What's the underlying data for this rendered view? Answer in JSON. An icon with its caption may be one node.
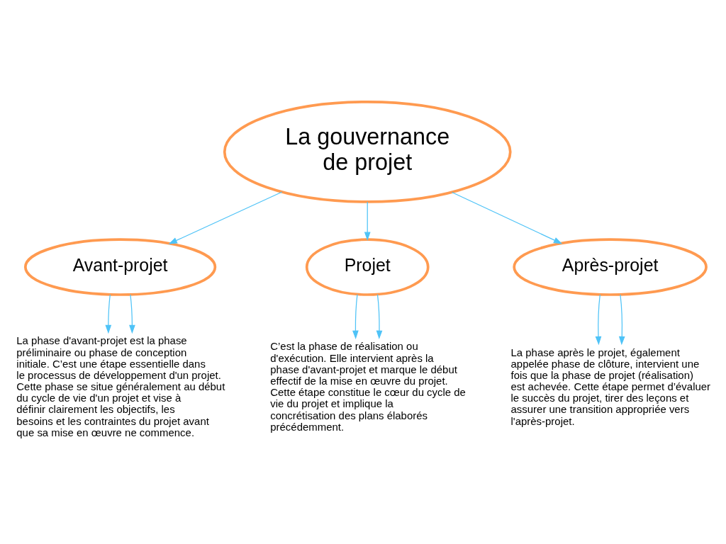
{
  "diagram": {
    "nodes": [
      {
        "text": [
          "La gouvernance de projet"
        ]
      },
      {
        "text": [
          "Avant-projet"
        ]
      },
      {
        "text": [
          "Projet"
        ]
      },
      {
        "text": [
          "Après-projet"
        ]
      },
      {
        "text": [
          "La phase d'avant-projet est la phase préliminaire ou phase de conception initiale. C’est une étape essentielle dans le processus de développement d'un projet. Cette phase se situe généralement au début du cycle de vie d'un projet et vise à définir clairement les objectifs, les besoins et les contraintes du projet avant que sa mise en œuvre ne commence."
        ]
      },
      {
        "text": [
          "C’est la phase de réalisation ou d'exécution. Elle intervient après la phase d'avant-projet et marque le début effectif de la mise en œuvre du projet. Cette étape constitue le cœur du cycle de vie du projet et implique la concrétisation des plans élaborés précédemment."
        ]
      },
      {
        "text": [
          "La phase après le projet, également appelée phase de clôture, intervient une fois que la phase de projet (réalisation) est achevée. Cette étape permet d’évaluer le succès du projet, tirer des leçons et assurer une transition appropriée vers l'après-projet."
        ]
      }
    ],
    "edges": [
      {
        "from": 0,
        "to": 1,
        "arrow": "to"
      },
      {
        "from": 0,
        "to": 2,
        "arrow": "to"
      },
      {
        "from": 0,
        "to": 3,
        "arrow": "to"
      },
      {
        "from": 1,
        "to": 4,
        "arrow": "to"
      },
      {
        "from": 1,
        "to": 4,
        "arrow": "to"
      },
      {
        "from": 2,
        "to": 5,
        "arrow": "to"
      },
      {
        "from": 2,
        "to": 5,
        "arrow": "to"
      },
      {
        "from": 3,
        "to": 6,
        "arrow": "to"
      },
      {
        "from": 3,
        "to": 6,
        "arrow": "to"
      }
    ]
  }
}
